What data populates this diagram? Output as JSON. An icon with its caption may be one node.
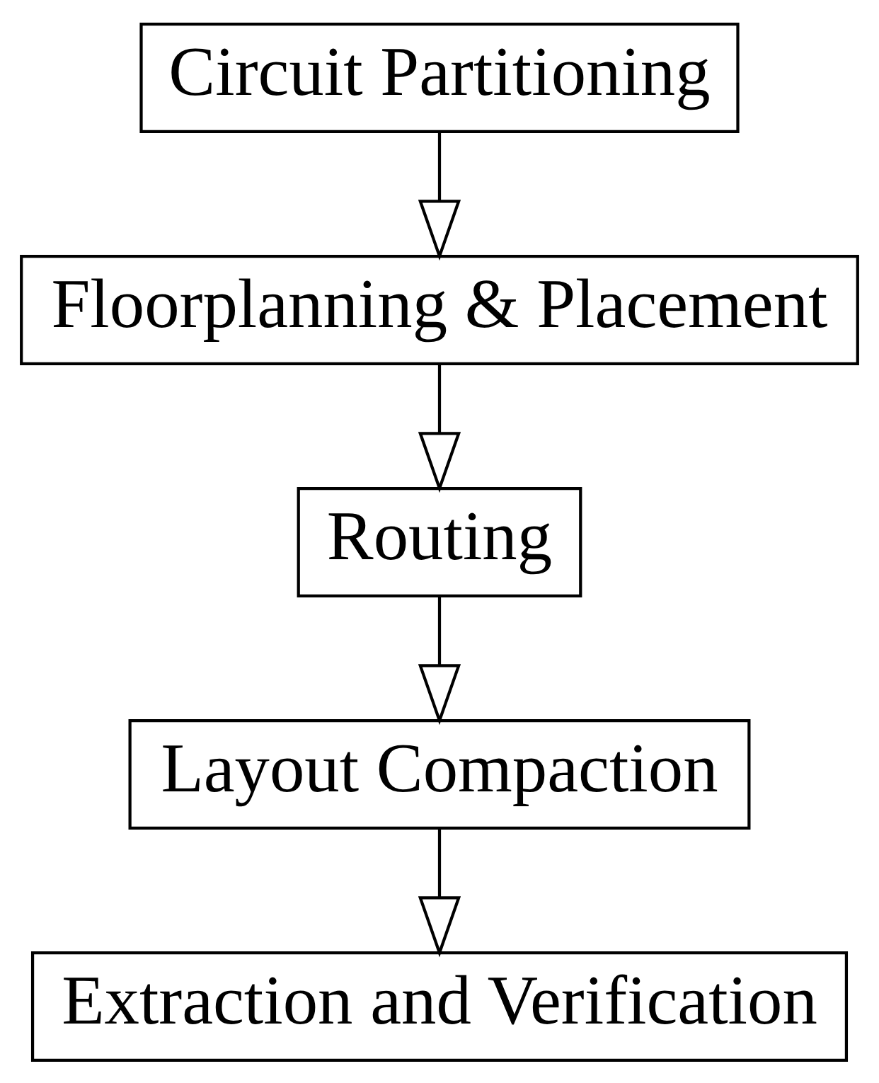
{
  "diagram": {
    "nodes": [
      {
        "text": [
          "Circuit Partitioning"
        ]
      },
      {
        "text": [
          "Floorplanning & Placement"
        ]
      },
      {
        "text": [
          "Routing"
        ]
      },
      {
        "text": [
          "Layout Compaction"
        ]
      },
      {
        "text": [
          "Extraction and Verification"
        ]
      }
    ],
    "edges": [
      {
        "from": 0,
        "to": 1,
        "arrow": "to"
      },
      {
        "from": 1,
        "to": 2,
        "arrow": "to"
      },
      {
        "from": 2,
        "to": 3,
        "arrow": "to"
      },
      {
        "from": 3,
        "to": 4,
        "arrow": "to"
      }
    ]
  }
}
